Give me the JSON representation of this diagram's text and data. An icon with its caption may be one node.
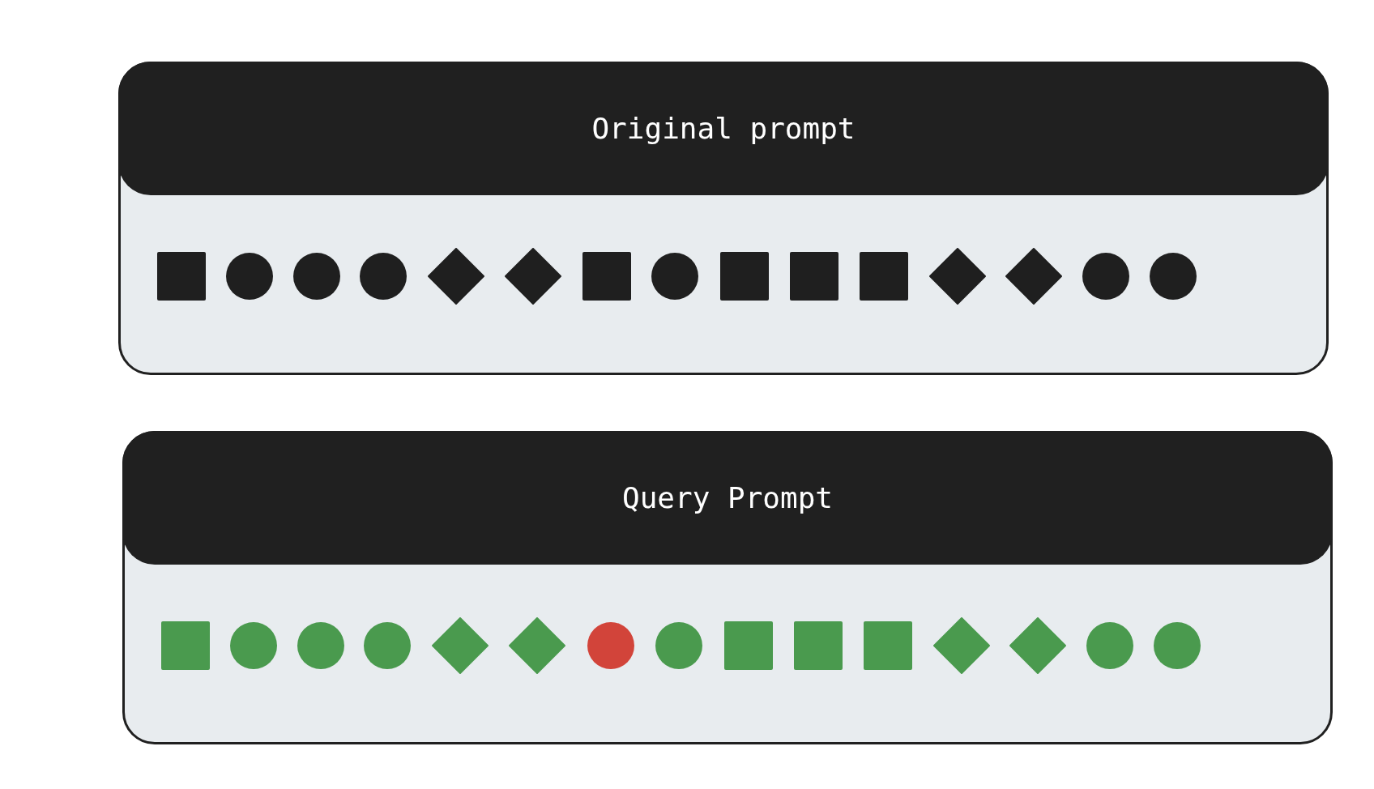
{
  "diagram": {
    "nodes": [
      {
        "text": [
          "Original prompt"
        ]
      },
      {
        "text": [],
        "shape": "box",
        "in": 0
      },
      {
        "text": [],
        "shape": "circle",
        "in": 0
      },
      {
        "text": [],
        "shape": "circle",
        "in": 0
      },
      {
        "text": [],
        "shape": "circle",
        "in": 0
      },
      {
        "text": [],
        "shape": "diamond",
        "in": 0
      },
      {
        "text": [],
        "shape": "diamond",
        "in": 0
      },
      {
        "text": [],
        "shape": "box",
        "in": 0
      },
      {
        "text": [],
        "shape": "circle",
        "in": 0
      },
      {
        "text": [],
        "shape": "box",
        "in": 0
      },
      {
        "text": [],
        "shape": "box",
        "in": 0
      },
      {
        "text": [],
        "shape": "box",
        "in": 0
      },
      {
        "text": [],
        "shape": "diamond",
        "in": 0
      },
      {
        "text": [],
        "shape": "diamond",
        "in": 0
      },
      {
        "text": [],
        "shape": "circle",
        "in": 0
      },
      {
        "text": [],
        "shape": "circle",
        "in": 0
      },
      {
        "text": [
          "Query Prompt"
        ]
      },
      {
        "text": [],
        "shape": "box",
        "in": 16
      },
      {
        "text": [],
        "shape": "circle",
        "in": 16
      },
      {
        "text": [],
        "shape": "circle",
        "in": 16
      },
      {
        "text": [],
        "shape": "circle",
        "in": 16
      },
      {
        "text": [],
        "shape": "diamond",
        "in": 16
      },
      {
        "text": [],
        "shape": "diamond",
        "in": 16
      },
      {
        "text": [],
        "shape": "circle",
        "in": 16
      },
      {
        "text": [],
        "shape": "circle",
        "in": 16
      },
      {
        "text": [],
        "shape": "box",
        "in": 16
      },
      {
        "text": [],
        "shape": "box",
        "in": 16
      },
      {
        "text": [],
        "shape": "box",
        "in": 16
      },
      {
        "text": [],
        "shape": "diamond",
        "in": 16
      },
      {
        "text": [],
        "shape": "diamond",
        "in": 16
      },
      {
        "text": [],
        "shape": "circle",
        "in": 16
      },
      {
        "text": [],
        "shape": "circle",
        "in": 16
      }
    ]
  }
}
